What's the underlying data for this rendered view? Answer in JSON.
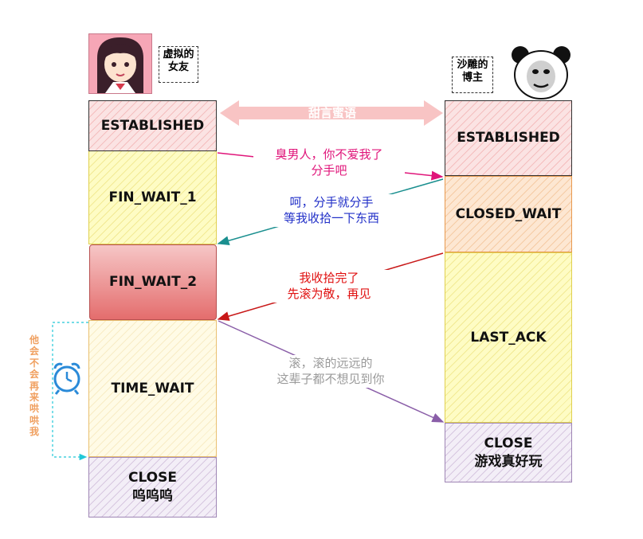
{
  "left_person": {
    "tag": "虚拟的\n女友"
  },
  "right_person": {
    "tag": "沙雕的\n博主"
  },
  "middle_label": "甜言蜜语",
  "left_states": [
    "ESTABLISHED",
    "FIN_WAIT_1",
    "FIN_WAIT_2",
    "TIME_WAIT",
    "CLOSE\n呜呜呜"
  ],
  "right_states": [
    "ESTABLISHED",
    "CLOSED_WAIT",
    "LAST_ACK",
    "CLOSE\n游戏真好玩"
  ],
  "messages": [
    {
      "text": "臭男人，你不爱我了\n分手吧",
      "color": "#e0157a"
    },
    {
      "text": "呵，分手就分手\n等我收拾一下东西",
      "color": "#2230c8"
    },
    {
      "text": "我收拾完了\n先滚为敬，再见",
      "color": "#e01010"
    },
    {
      "text": "滚，滚的远远的\n这辈子都不想见到你",
      "color": "#9a9a9a"
    }
  ],
  "wait_note": "他\n会\n不\n会\n再\n来\n哄\n哄\n我",
  "colors": {
    "arrow_pink": "#e0157a",
    "arrow_teal": "#1a8f8f",
    "arrow_red": "#c81818",
    "arrow_purple": "#8a5ea8",
    "note": "#f0a060"
  }
}
